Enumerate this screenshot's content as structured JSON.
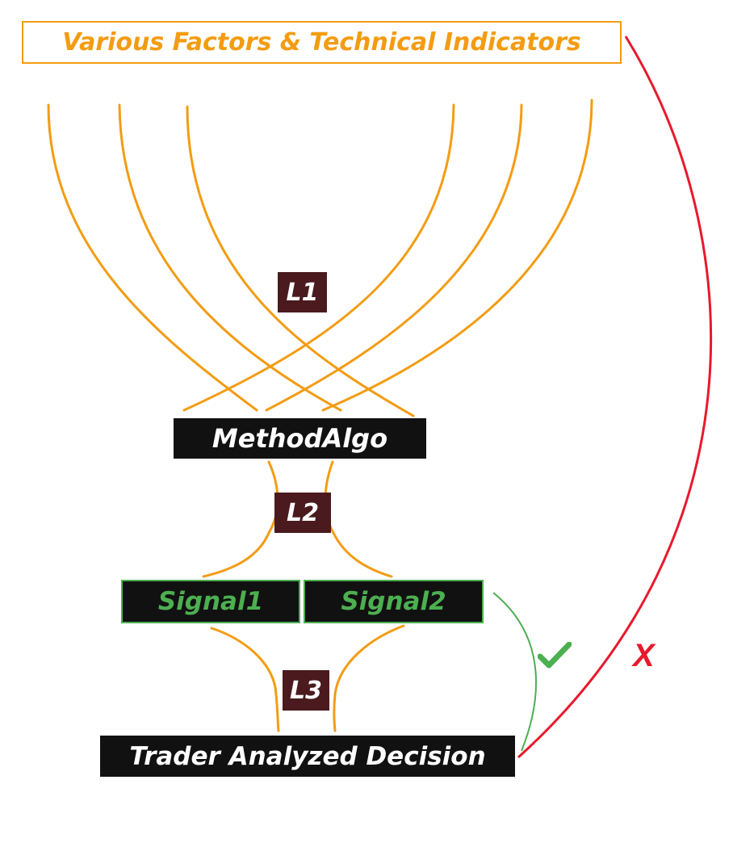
{
  "title": "Various Factors & Technical Indicators",
  "method": "MethodAlgo",
  "signals": [
    "Signal1",
    "Signal2"
  ],
  "decision": "Trader Analyzed Decision",
  "levels": [
    "L1",
    "L2",
    "L3"
  ],
  "cross_mark": "X",
  "colors": {
    "factor_lines": "#F39C12",
    "signal": "#4CAF50",
    "level_label_bg": "#4A1A1E",
    "box_bg": "#111111",
    "reject_path": "#E8192C"
  },
  "icons": {
    "check": "check-icon",
    "cross": "cross-icon"
  }
}
